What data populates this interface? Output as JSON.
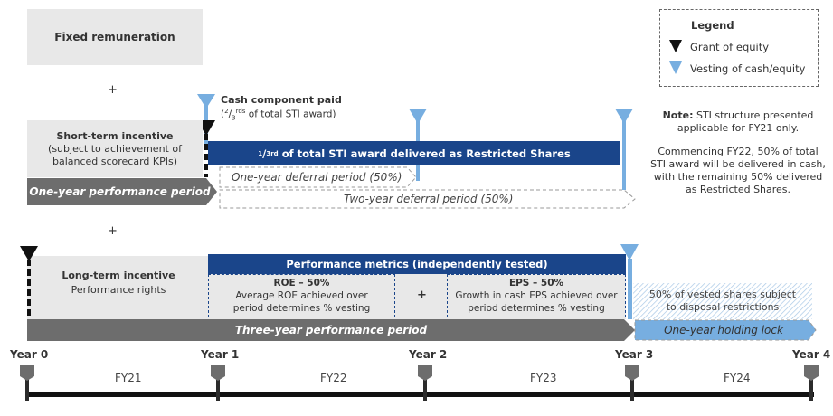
{
  "colors": {
    "navy": "#1a458a",
    "light_blue": "#77aee0",
    "dark_grey": "#6d6d6d",
    "light_grey": "#e8e8e8",
    "black": "#111111"
  },
  "fixed": {
    "label": "Fixed remuneration"
  },
  "plus_symbol": "+",
  "sti": {
    "title": "Short-term incentive",
    "subtitle_line1": "(subject to achievement of",
    "subtitle_line2": "balanced scorecard KPIs)",
    "performance_period": "One-year performance period",
    "cash_title": "Cash component paid",
    "cash_sub_prefix": "(",
    "cash_sub_frac_num": "2",
    "cash_sub_frac_den": "3",
    "cash_sub_sup": "rds",
    "cash_sub_rest": " of total STI award)",
    "restricted_num": "1",
    "restricted_den": "3",
    "restricted_sup": "rd",
    "restricted_rest": " of total STI award delivered as Restricted Shares",
    "one_year_deferral": "One-year deferral period (50%)",
    "two_year_deferral": "Two-year deferral period (50%)"
  },
  "lti": {
    "title": "Long-term incentive",
    "subtitle": "Performance rights",
    "metrics_header": "Performance metrics (independently tested)",
    "roe_title": "ROE – 50%",
    "roe_line1": "Average ROE achieved over",
    "roe_line2": "period determines % vesting",
    "eps_title": "EPS – 50%",
    "eps_line1": "Growth in cash EPS achieved over",
    "eps_line2": "period determines % vesting",
    "performance_period": "Three-year performance period",
    "disposal_line1": "50% of vested shares subject",
    "disposal_line2": "to disposal restrictions",
    "holding_lock": "One-year holding lock"
  },
  "legend": {
    "title": "Legend",
    "items": [
      {
        "icon": "grant-triangle-black",
        "label": "Grant of equity"
      },
      {
        "icon": "vesting-triangle-blue",
        "label": "Vesting of cash/equity"
      }
    ]
  },
  "note": {
    "label": "Note:",
    "text_line1": " STI structure presented",
    "text_line2": "applicable for FY21 only.",
    "para2_line1": "Commencing FY22, 50% of total",
    "para2_line2": "STI award will be delivered in cash,",
    "para2_line3": "with the remaining 50% delivered",
    "para2_line4": "as Restricted Shares."
  },
  "timeline": {
    "years": [
      "Year 0",
      "Year 1",
      "Year 2",
      "Year 3",
      "Year 4"
    ],
    "fiscal_years": [
      "FY21",
      "FY22",
      "FY23",
      "FY24"
    ]
  }
}
